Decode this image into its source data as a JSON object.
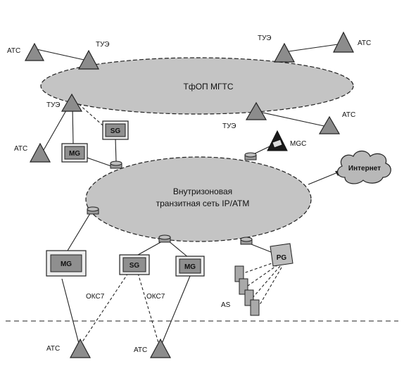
{
  "labels": {
    "ats": "АТС",
    "tue": "ТУЭ",
    "mgts": "ТфОП МГТС",
    "transit_line1": "Внутризоновая",
    "transit_line2": "транзитная сеть IP/ATM",
    "mg": "MG",
    "sg": "SG",
    "mgc": "MGC",
    "internet": "Интернет",
    "pg": "PG",
    "as": "AS",
    "oks7": "ОКС7"
  },
  "colors": {
    "ellipse_fill": "#c4c4c4",
    "node_fill": "#8c8c8c",
    "box_face": "#8f8f8f"
  }
}
